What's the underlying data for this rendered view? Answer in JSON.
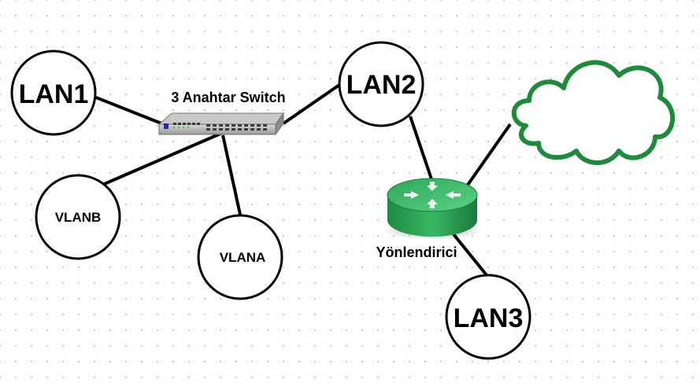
{
  "nodes": {
    "lan1": "LAN1",
    "lan2": "LAN2",
    "lan3": "LAN3",
    "vlanb": "VLANB",
    "vlana": "VLANA"
  },
  "devices": {
    "switch_label": "3 Anahtar Switch",
    "router_label": "Yönlendirici"
  },
  "icons": {
    "switch": "network-switch-icon",
    "router": "router-icon",
    "cloud": "cloud-icon"
  },
  "colors": {
    "cloud_stroke": "#1f8a3a",
    "router_green": "#3fbf6a",
    "node_stroke": "#000000"
  }
}
